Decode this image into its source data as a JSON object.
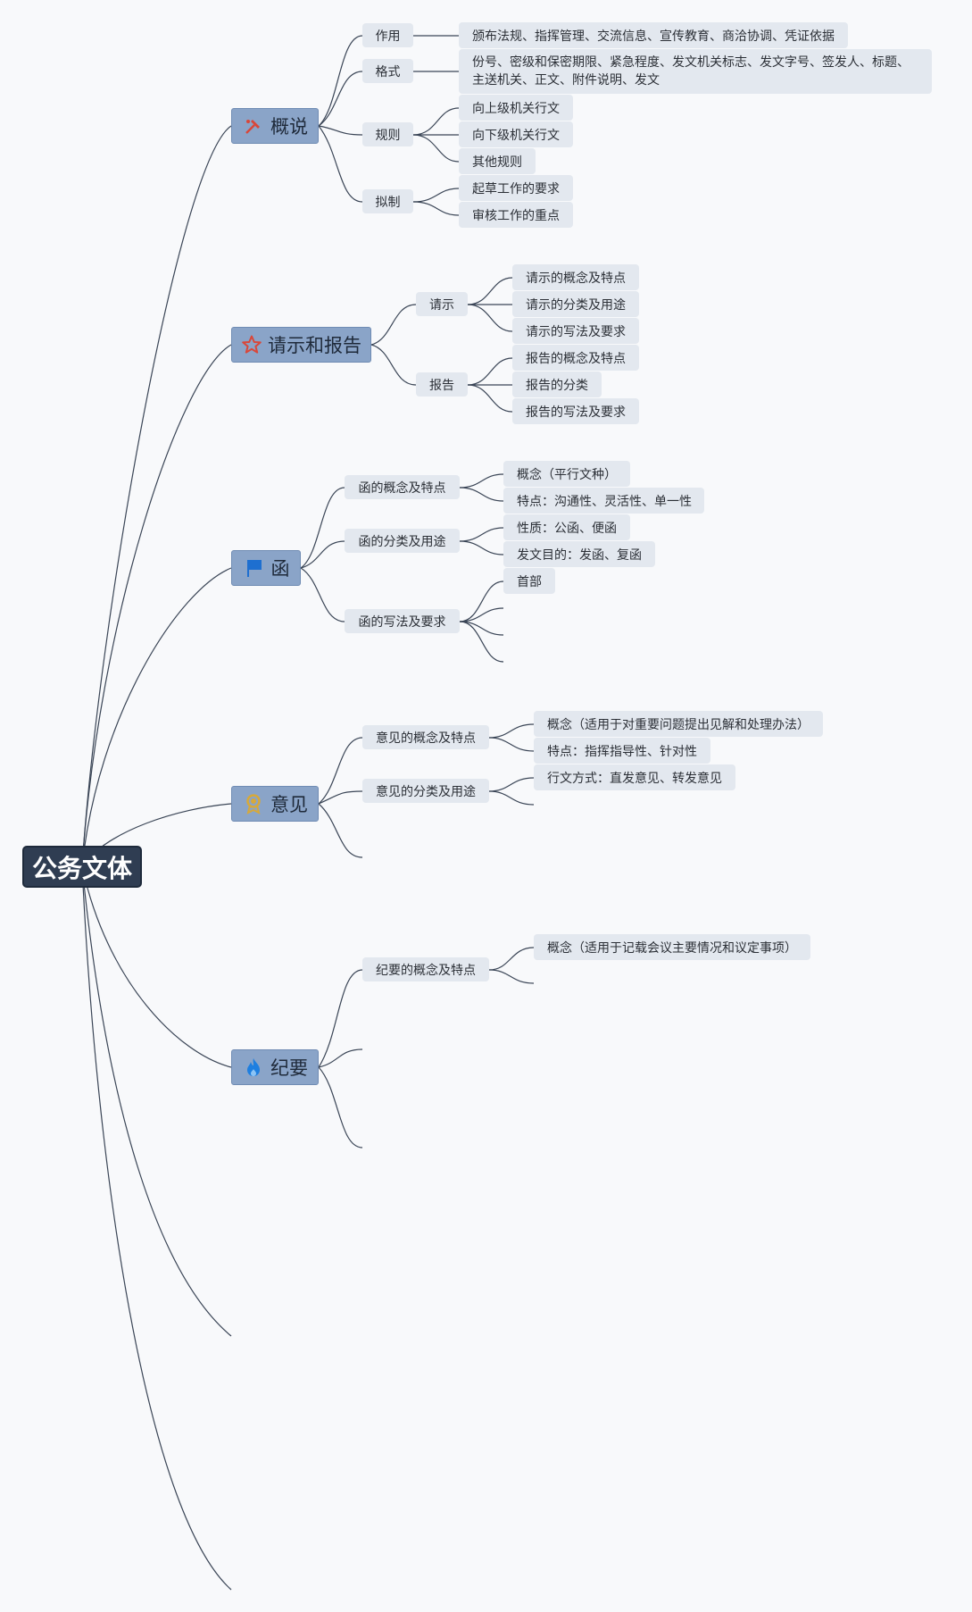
{
  "root": {
    "label": "公务文体"
  },
  "topics": {
    "t1": {
      "label": "概说",
      "icon": "tools-icon",
      "color": "#d9473a"
    },
    "t2": {
      "label": "请示和报告",
      "icon": "star-icon",
      "color": "#d9473a"
    },
    "t3": {
      "label": "函",
      "icon": "flag-icon",
      "color": "#1e6fd0"
    },
    "t4": {
      "label": "意见",
      "icon": "medal-icon",
      "color": "#d7a93a"
    },
    "t5": {
      "label": "纪要",
      "icon": "flame-icon",
      "color": "#1e7fe0"
    }
  },
  "subs": {
    "s1": "作用",
    "s2": "格式",
    "s3": "规则",
    "s4": "拟制",
    "s5": "请示",
    "s6": "报告",
    "s7": "函的概念及特点",
    "s8": "函的分类及用途",
    "s9": "函的写法及要求",
    "s10": "意见的概念及特点",
    "s11": "意见的分类及用途",
    "s12": "纪要的概念及特点"
  },
  "leaves": {
    "l1": "颁布法规、指挥管理、交流信息、宣传教育、商洽协调、凭证依据",
    "l2": "份号、密级和保密期限、紧急程度、发文机关标志、发文字号、签发人、标题、主送机关、正文、附件说明、发文",
    "l3": "向上级机关行文",
    "l4": "向下级机关行文",
    "l5": "其他规则",
    "l6": "起草工作的要求",
    "l7": "审核工作的重点",
    "l8": "请示的概念及特点",
    "l9": "请示的分类及用途",
    "l10": "请示的写法及要求",
    "l11": "报告的概念及特点",
    "l12": "报告的分类",
    "l13": "报告的写法及要求",
    "l14": "概念（平行文种）",
    "l15": "特点：沟通性、灵活性、单一性",
    "l16": "性质：公函、便函",
    "l17": "发文目的：发函、复函",
    "l18": "首部",
    "l19": "概念（适用于对重要问题提出见解和处理办法）",
    "l20": "特点：指挥指导性、针对性",
    "l21": "行文方式：直发意见、转发意见",
    "l22": "概念（适用于记载会议主要情况和议定事项）"
  }
}
